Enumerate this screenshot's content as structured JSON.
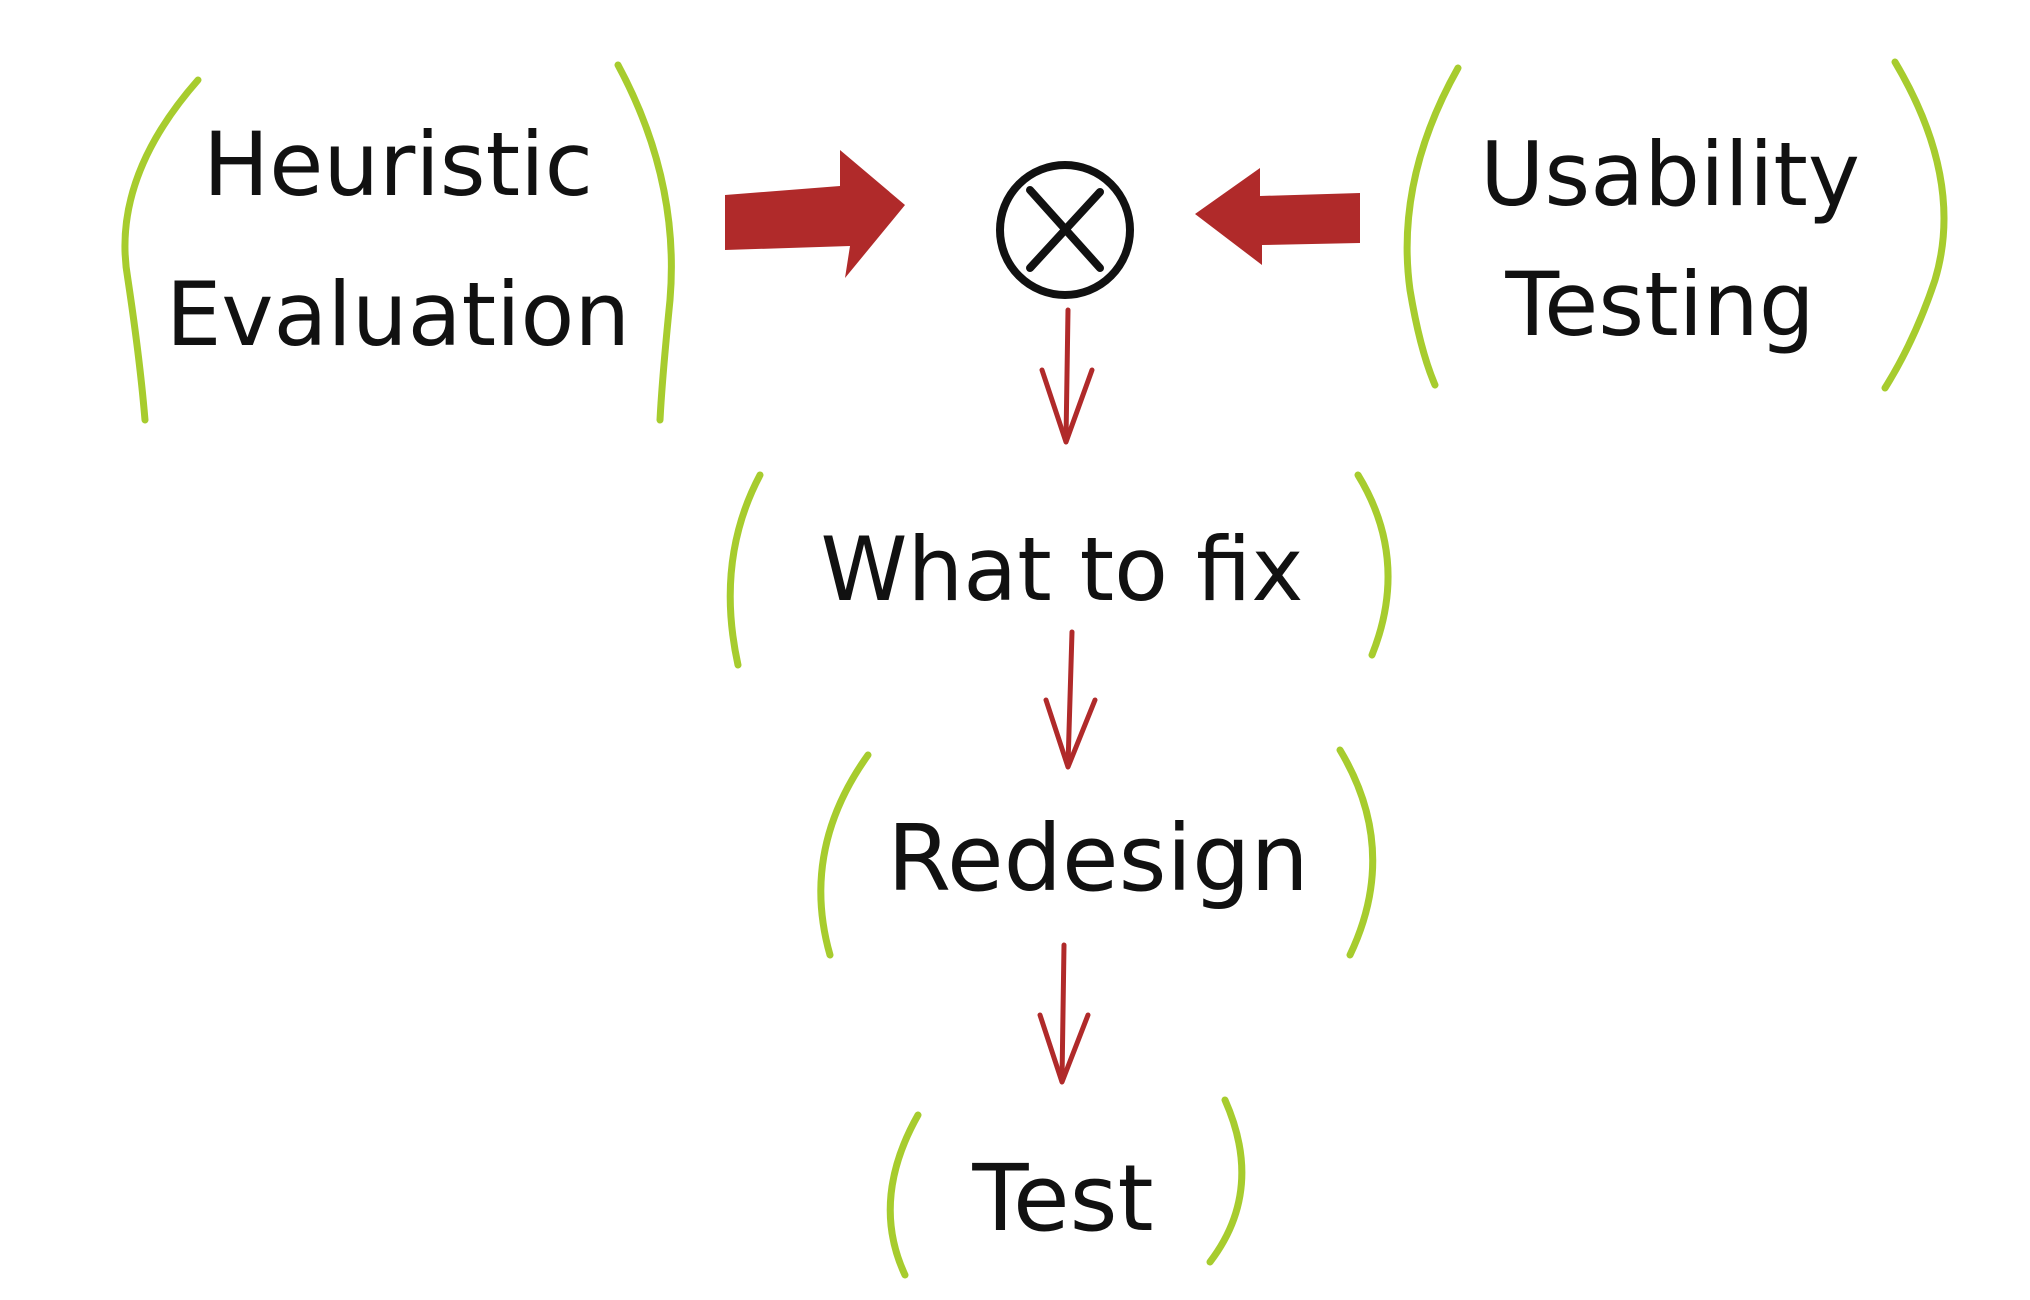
{
  "colors": {
    "paren": "#a7cc2e",
    "arrow": "#b02a2a",
    "text": "#111111",
    "background": "#ffffff"
  },
  "nodes": {
    "heuristic": {
      "line1": "Heuristic",
      "line2": "Evaluation"
    },
    "usability": {
      "line1": "Usability",
      "line2": "Testing"
    },
    "combine": {
      "icon": "circled-x-icon"
    },
    "what_to_fix": {
      "label": "What to fix"
    },
    "redesign": {
      "label": "Redesign"
    },
    "test": {
      "label": "Test"
    }
  }
}
